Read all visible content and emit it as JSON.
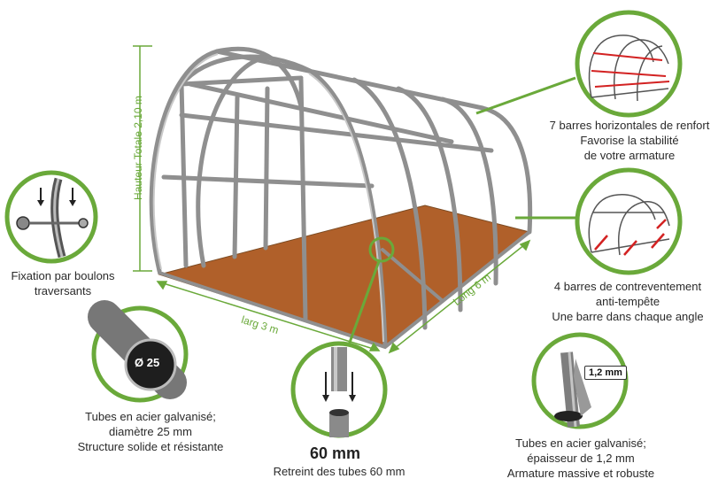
{
  "dimensions": {
    "height": "Hauteur Totale 2,10 m",
    "width": "larg 3 m",
    "length": "Long 6 m"
  },
  "callouts": {
    "bolts": [
      "Fixation par boulons",
      "traversants"
    ],
    "tubes": [
      "Tubes en acier galvanisé;",
      "diamètre 25 mm",
      "Structure solide et résistante"
    ],
    "tube_diameter_badge": "Ø 25",
    "retreint_value": "60 mm",
    "retreint": "Retreint des tubes 60 mm",
    "thickness": [
      "Tubes en acier galvanisé;",
      "épaisseur de 1,2 mm",
      "Armature massive et robuste"
    ],
    "thickness_badge": "1,2 mm",
    "horizontal_bars": [
      "7 barres horizontales de renfort",
      "Favorise la stabilité",
      "de votre armature"
    ],
    "wind_bars": [
      "4 barres de contreventement",
      "anti-tempête",
      "Une barre dans chaque angle"
    ]
  },
  "colors": {
    "accent_green": "#6aa93a",
    "floor_brown": "#b0602a",
    "frame_grey": "#9a9a9a",
    "highlight_red": "#d32222"
  }
}
